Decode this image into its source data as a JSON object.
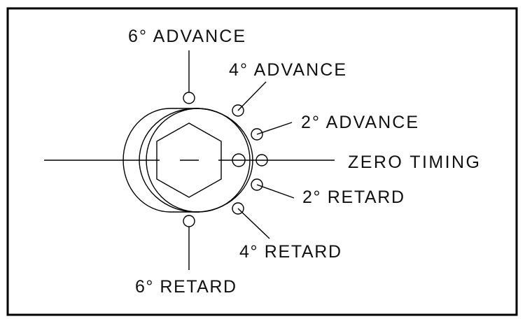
{
  "diagram": {
    "labels": {
      "adv6": "6° ADVANCE",
      "adv4": "4° ADVANCE",
      "adv2": "2° ADVANCE",
      "zero": "ZERO TIMING",
      "ret2": "2° RETARD",
      "ret4": "4° RETARD",
      "ret6": "6° RETARD"
    },
    "stroke_color": "#000000",
    "background_color": "#ffffff"
  }
}
